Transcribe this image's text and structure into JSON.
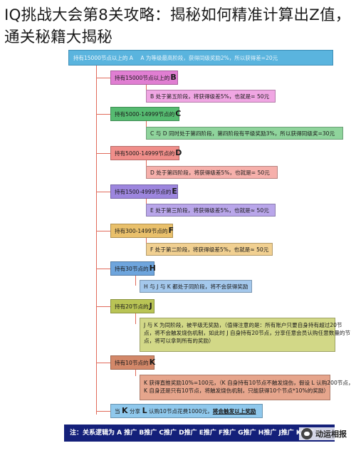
{
  "title": "IQ挑战大会第8关攻略：揭秘如何精准计算出Z值，通关秘籍大揭秘",
  "header_bar": {
    "left": "持有15000节点以上的 A",
    "right": "A 为等级最高阶段，获得同级奖励2%，所以获得差=20元"
  },
  "tiers": [
    {
      "label": "持有15000节点以上的",
      "letter": "B",
      "detail": "B 处于第五阶段，将获得级差5%，也就是= 50元"
    },
    {
      "label": "持有5000-14999节点的",
      "letter": "C",
      "detail": "C 与 D 同时处于第四阶段，第四阶段有平级奖励3%，所以获得同级奖=30元"
    },
    {
      "label": "持有5000-14999节点的",
      "letter": "D",
      "detail": "D 处于第四阶段，将获得级差5%，也就是= 50元"
    },
    {
      "label": "持有1500-4999节点的",
      "letter": "E",
      "detail": "E 处于第三阶段，将获得级差5%，也就是≈ 50元"
    },
    {
      "label": "持有300-1499节点的",
      "letter": "F",
      "detail": "F 处于第二阶段，将获得级差5%，也就是≈ 50元"
    },
    {
      "label": "持有30节点的",
      "letter": "H",
      "detail": "H 与 J 与 K 都处于同阶段，将不会获得奖励"
    },
    {
      "label": "持有20节点的",
      "letter": "J",
      "detail_lines": [
        "J 与 K 为同阶段，被平级无奖励，（值得注意的是：所有账户只要自身持有超过20节",
        "点，将不会触发烧伤机制，如此时 J 自身持有20节点，分享任意会员认购任意数量的节",
        "点，将可以拿到所有的奖励）"
      ]
    },
    {
      "label": "持有10节点的",
      "letter": "K",
      "detail_lines": [
        "K 获得直推奖励10%=100元，（K 自身持有10节点不触发烧伤，假设 L 认购200节点，",
        "K 自身还是只有10节点，将触发烧伤机制，只能获得10个节点*10%的奖励）"
      ]
    }
  ],
  "final": {
    "prefix": "当",
    "k": "K",
    "mid": "分享",
    "l": "L",
    "text": "认购10节点花费1000元，",
    "emph": "将会触发以上奖励"
  },
  "note": "注：关系逻辑为 A 推广 B推广 C推广 D推广 E推广 F推广 G推广 H推广 J推广 K推广 L",
  "watermark": "动运相报",
  "colors": {
    "spine": "#e06a5a",
    "note_bg": "#14207a",
    "header_bg": "#5ab4de"
  }
}
